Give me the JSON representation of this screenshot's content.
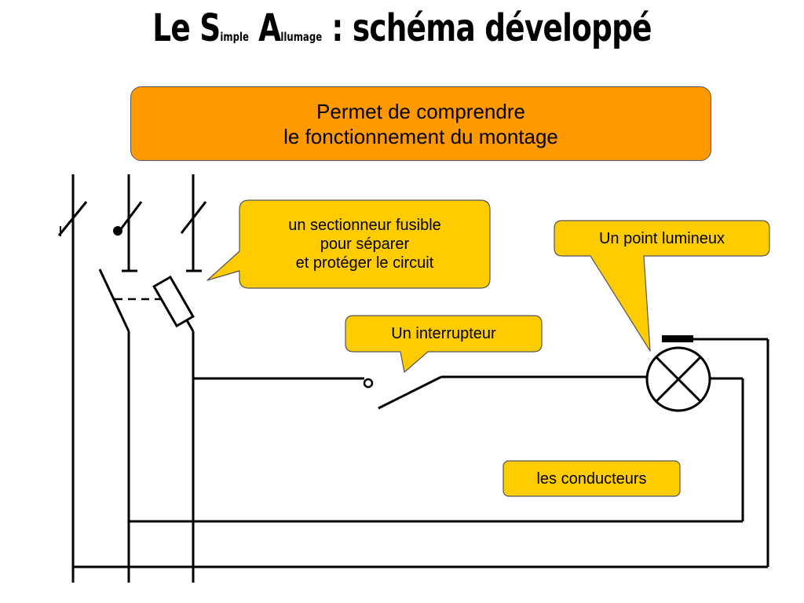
{
  "title": {
    "part1": "Le S",
    "part1_small": "imple",
    "part2": " A",
    "part2_small": "llumage",
    "part3": " : schéma développé"
  },
  "banner": {
    "line1": "Permet de comprendre",
    "line2": "le fonctionnement du montage"
  },
  "callouts": {
    "fuse": {
      "line1": "un sectionneur fusible",
      "line2": "pour séparer",
      "line3": "et protéger le circuit"
    },
    "lamp": "Un point lumineux",
    "switch": "Un interrupteur",
    "conductors": "les conducteurs"
  },
  "colors": {
    "banner": "#ff9900",
    "callout": "#ffcc00",
    "stroke": "#000000"
  }
}
